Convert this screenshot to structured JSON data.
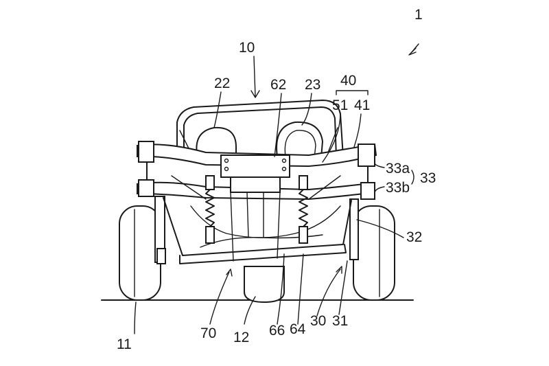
{
  "figure_number": "1",
  "references": {
    "vehicle": "10",
    "rear_wheel_left": "11",
    "rear_wheel_center": "12",
    "seat_left": "22",
    "seat_right": "23",
    "suspension_group": "40",
    "suspension_arm": "51",
    "suspension_link": "41",
    "frame_top": "62",
    "mount_group": "33",
    "mount_upper": "33a",
    "mount_lower": "33b",
    "rear_arm": "32",
    "swing_unit": "70",
    "pivot": "66",
    "shock": "64",
    "drive_unit": "30",
    "axle": "31"
  }
}
